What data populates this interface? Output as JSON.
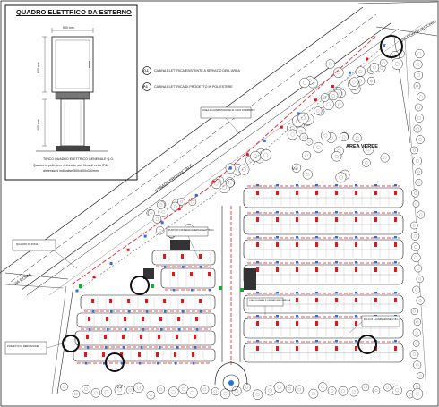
{
  "drawing": {
    "detail_title": "QUADRO ELETTRICO DA ESTERNO",
    "detail_caption_1": "TIPICO QUADRO ELETTRICO GENERALE Q.G.",
    "detail_caption_2": "Quadro in poliestere rinforzato con fibra di vetro IP66",
    "detail_caption_3": "dimensioni indicative 500x800x350mm",
    "dim_top": "500 mm",
    "dim_side": "800 mm",
    "dim_base": "400 mm",
    "legend_symbol_1": "Q.1",
    "legend_text_1": "CABINA ELETTRICA ESISTENTE A SERVIZIO DELL'AREA",
    "legend_symbol_2": "P.1",
    "legend_text_2": "CABINA ELETTRICA DI PROGETTO IN POLIESTERE",
    "area_label": "AREA VERDE",
    "road_label_main": "STRADA PROVINCIALE",
    "road_label_top": "VIA PONTEVECCHIO",
    "road_label_left": "VIA ROMA",
    "label_v4": "V.4",
    "label_v3": "V.3",
    "note_1": "LINEA DI ALIMENTAZIONE IN CAVO INTERRATO",
    "note_2": "PUNTO DI CONSEGNA ENERGIA ELETTRICA",
    "note_3": "QUADRO DI ZONA",
    "note_4": "LINEA DORSALE ILLUMINAZIONE PUBBLICA",
    "note_5": "PALO DI ILLUMINAZIONE H=8m",
    "note_6": "POZZETTO DI DERIVAZIONE",
    "colors": {
      "line": "#1a1a1a",
      "red": "#e8141c",
      "blue": "#2a6fe0",
      "green": "#1aa83a",
      "grey": "#9a9a9a"
    }
  }
}
